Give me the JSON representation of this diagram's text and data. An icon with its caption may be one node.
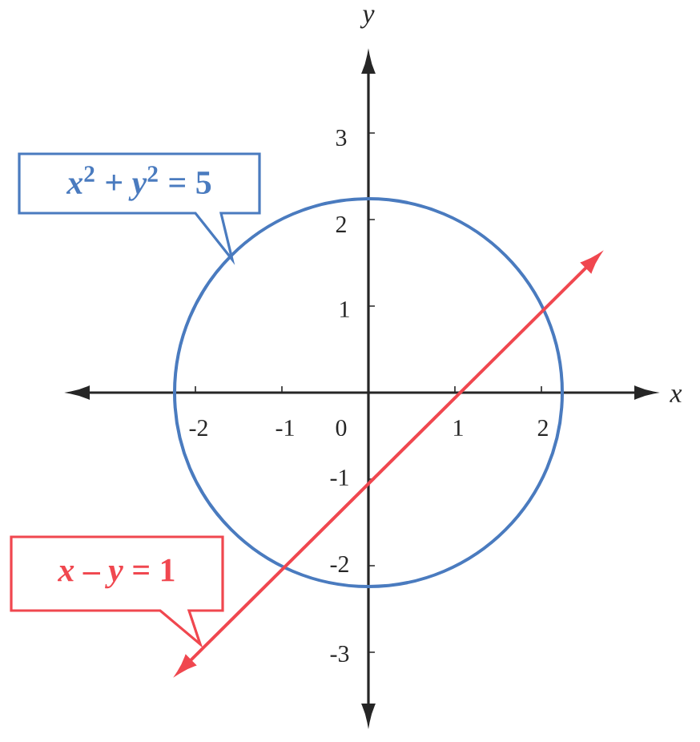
{
  "diagram": {
    "nodes": [
      {
        "text": [
          "*x*$^{2}$ + *y*$^{2}$ = 5"
        ]
      },
      {
        "text": [
          "*x* – *y* = 1"
        ]
      }
    ],
    "labels": [
      "*y*",
      "3",
      "2",
      "1",
      "*x*",
      "-2",
      "-1",
      "0",
      "1",
      "2",
      "-1",
      "-2",
      "-3"
    ]
  }
}
